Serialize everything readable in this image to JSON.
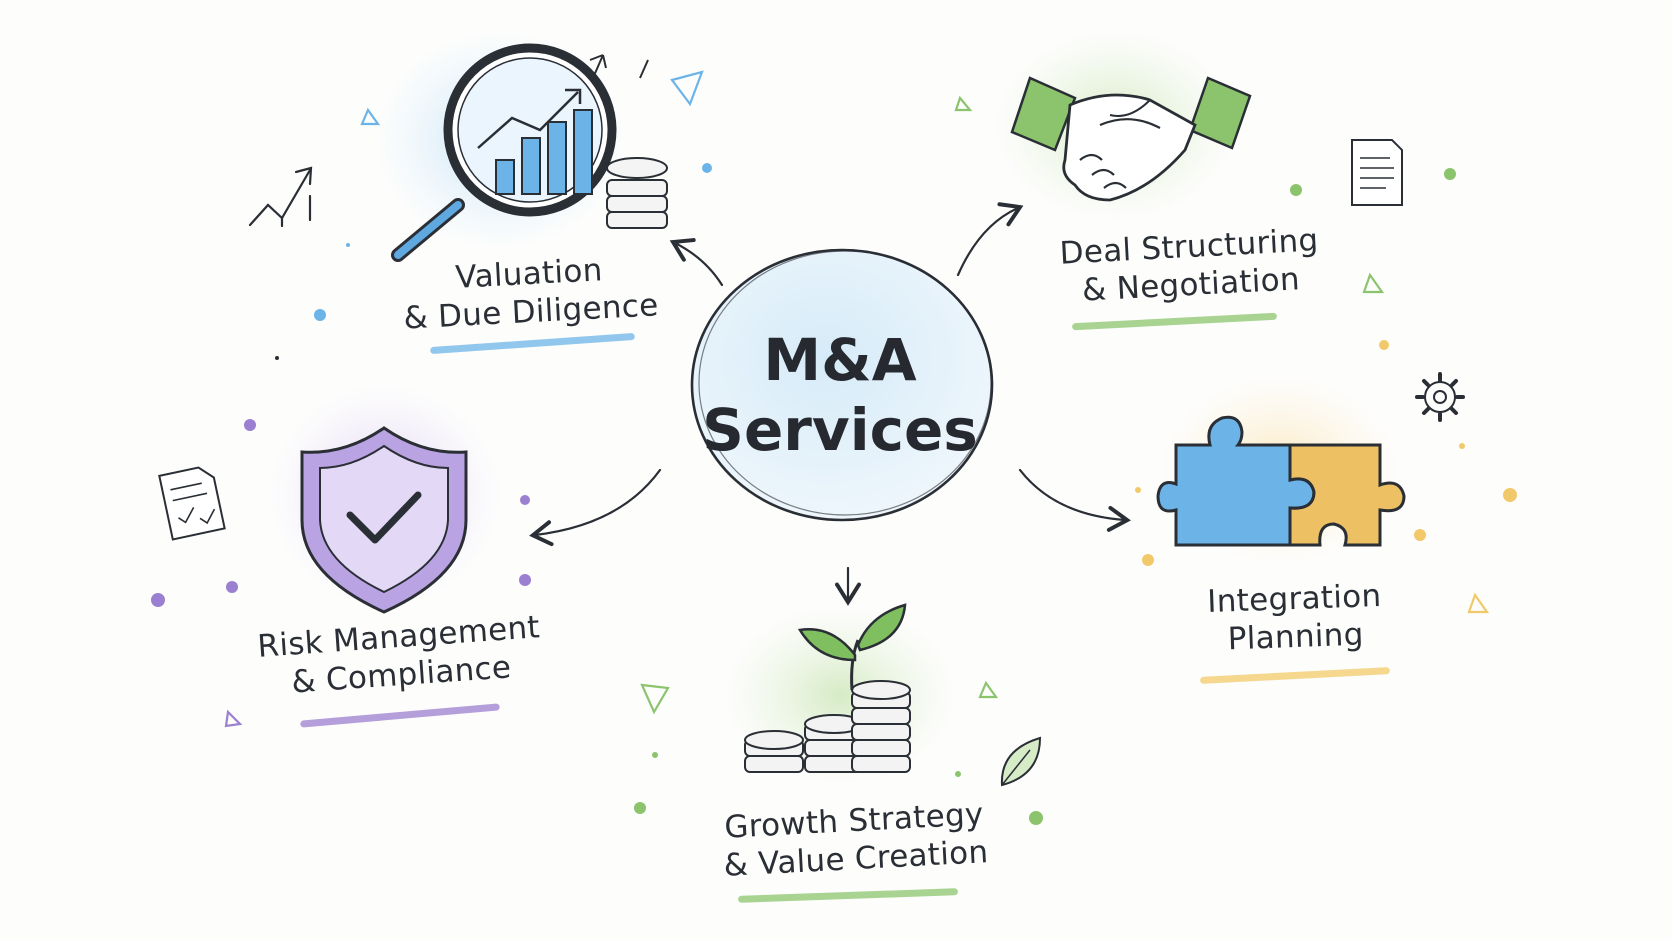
{
  "center": {
    "line1": "M&A",
    "line2": "Services"
  },
  "nodes": [
    {
      "id": "valuation",
      "line1": "Valuation",
      "line2": "& Due Diligence",
      "color": "#6cb4e8"
    },
    {
      "id": "deal",
      "line1": "Deal Structuring",
      "line2": "& Negotiation",
      "color": "#8cc46e"
    },
    {
      "id": "risk",
      "line1": "Risk Management",
      "line2": "& Compliance",
      "color": "#9b7fd0"
    },
    {
      "id": "integration",
      "line1": "Integration",
      "line2": "Planning",
      "color": "#f2c96a"
    },
    {
      "id": "growth",
      "line1": "Growth Strategy",
      "line2": "& Value Creation",
      "color": "#8cc46e"
    }
  ],
  "icons": {
    "valuation": "magnifier-chart-icon",
    "deal": "handshake-icon",
    "risk": "shield-check-icon",
    "integration": "puzzle-icon",
    "growth": "plant-coins-icon"
  },
  "colors": {
    "ink": "#2a2e35",
    "blue": "#6cb4e8",
    "green": "#8cc46e",
    "purple": "#9b7fd0",
    "yellow": "#f2c96a"
  }
}
